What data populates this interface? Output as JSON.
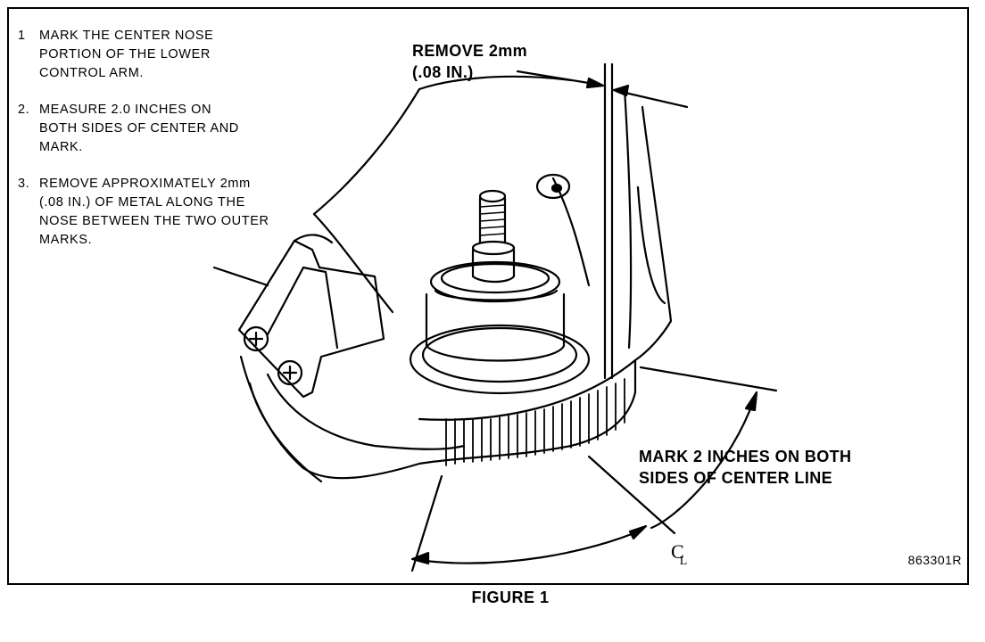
{
  "steps": [
    {
      "num": "1",
      "text": "MARK THE CENTER NOSE PORTION OF THE LOWER CONTROL ARM."
    },
    {
      "num": "2.",
      "text": "MEASURE 2.0 INCHES ON BOTH SIDES OF CENTER AND MARK."
    },
    {
      "num": "3.",
      "text": "REMOVE APPROXIMATELY 2mm (.08 IN.) OF METAL ALONG THE NOSE BETWEEN THE TWO OUTER MARKS."
    }
  ],
  "callouts": {
    "remove_line1": "REMOVE 2mm",
    "remove_line2": "(.08 IN.)",
    "mark_line1": "MARK 2 INCHES ON BOTH",
    "mark_line2": "SIDES OF CENTER LINE"
  },
  "centerline_symbol": {
    "c": "C",
    "l": "L"
  },
  "figure_number": "863301R",
  "figure_caption": "FIGURE 1"
}
